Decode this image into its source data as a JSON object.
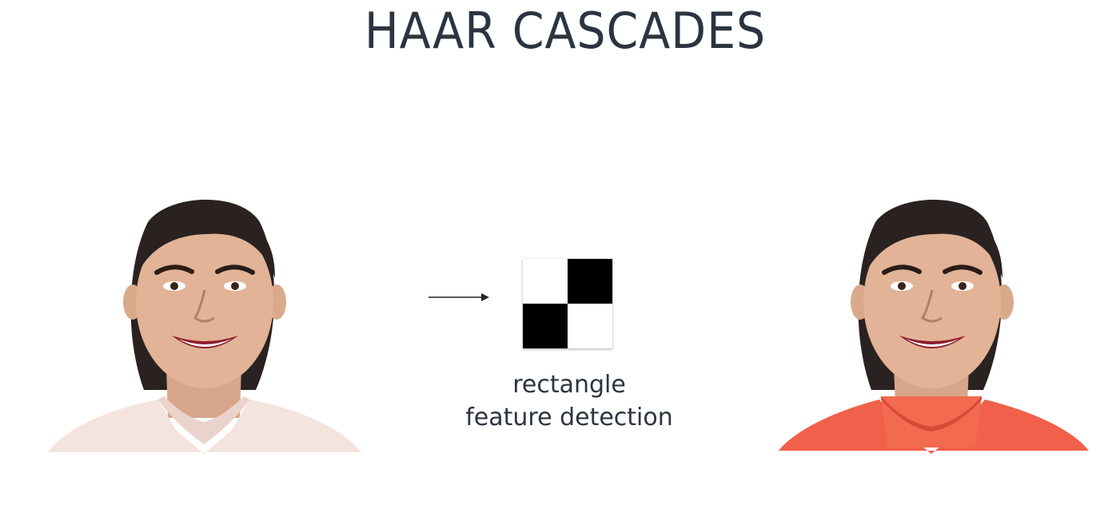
{
  "title": "HAAR CASCADES",
  "caption": {
    "line1": "rectangle",
    "line2": "feature detection"
  },
  "haar_feature": {
    "cells": [
      "white",
      "black",
      "black",
      "white"
    ]
  },
  "colors": {
    "title_text": "#2c3440",
    "left_blouse": "#f3e4de",
    "right_blouse": "#f0604a"
  }
}
